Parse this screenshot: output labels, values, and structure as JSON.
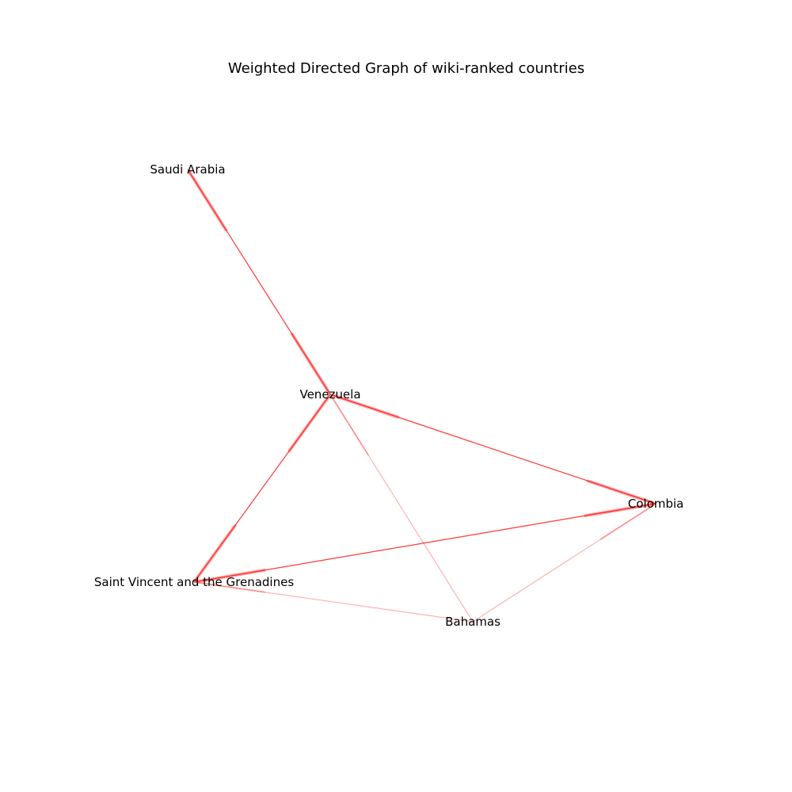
{
  "title": "Weighted Directed Graph of wiki-ranked countries",
  "edge_color": "#ff0000",
  "nodes": [
    {
      "id": "saudi",
      "label": "Saudi Arabia"
    },
    {
      "id": "venezuela",
      "label": "Venezuela"
    },
    {
      "id": "colombia",
      "label": "Colombia"
    },
    {
      "id": "svg",
      "label": "Saint Vincent and the Grenadines"
    },
    {
      "id": "bahamas",
      "label": "Bahamas"
    }
  ],
  "edges": [
    {
      "source": "venezuela",
      "target": "saudi",
      "strength": "strong"
    },
    {
      "source": "saudi",
      "target": "venezuela",
      "strength": "strong"
    },
    {
      "source": "venezuela",
      "target": "colombia",
      "strength": "strong"
    },
    {
      "source": "colombia",
      "target": "venezuela",
      "strength": "strong"
    },
    {
      "source": "venezuela",
      "target": "svg",
      "strength": "strong"
    },
    {
      "source": "svg",
      "target": "venezuela",
      "strength": "strong"
    },
    {
      "source": "colombia",
      "target": "svg",
      "strength": "strong"
    },
    {
      "source": "svg",
      "target": "colombia",
      "strength": "strong"
    },
    {
      "source": "bahamas",
      "target": "venezuela",
      "strength": "weak"
    },
    {
      "source": "bahamas",
      "target": "colombia",
      "strength": "weak"
    },
    {
      "source": "bahamas",
      "target": "svg",
      "strength": "weak"
    }
  ]
}
